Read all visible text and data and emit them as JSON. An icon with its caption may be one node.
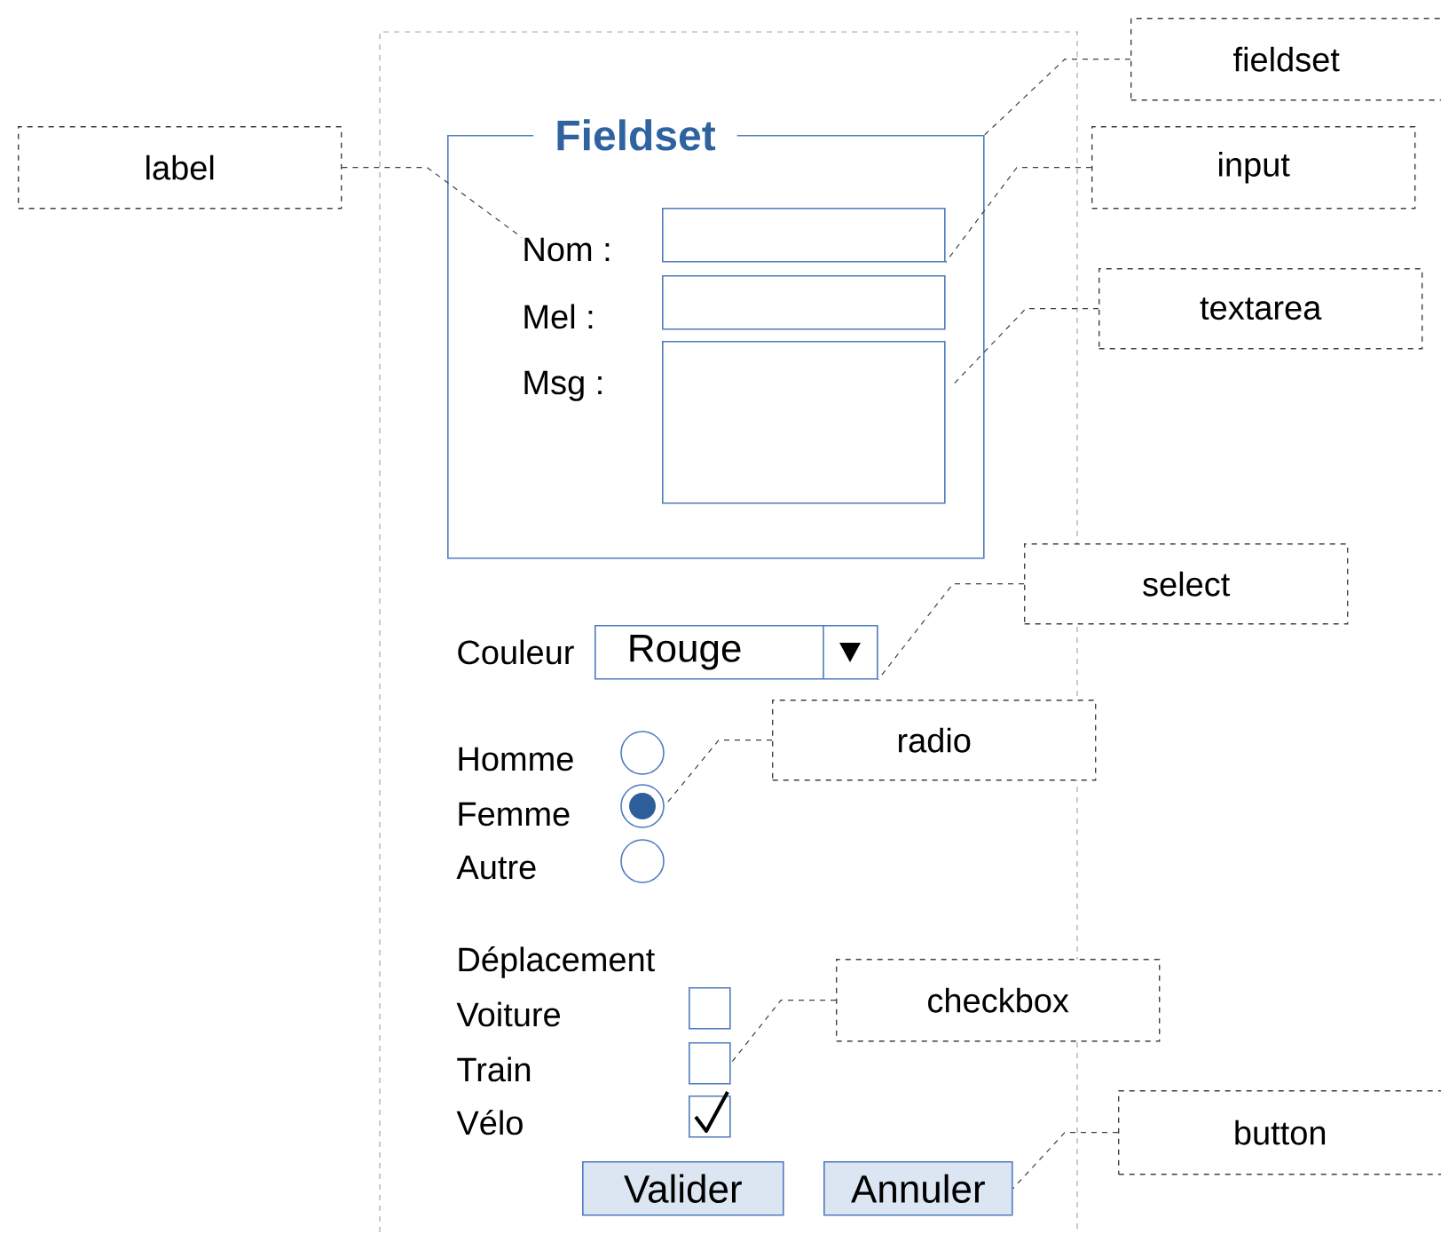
{
  "diagram": {
    "nodes": [
      {
        "text": [
          "Fieldset"
        ]
      },
      {
        "text": [
          "Nom :"
        ],
        "in": 0
      },
      {
        "text": [],
        "shape": "box",
        "in": 0
      },
      {
        "text": [],
        "shape": "box",
        "in": 0
      },
      {
        "text": [],
        "shape": "box",
        "in": 0
      },
      {
        "text": [
          "Rouge"
        ]
      },
      {
        "text": [],
        "shape": "circle"
      },
      {
        "text": [],
        "shape": "circle"
      },
      {
        "text": [],
        "shape": "circle"
      },
      {
        "text": [],
        "shape": "box"
      },
      {
        "text": [],
        "shape": "box"
      },
      {
        "text": [],
        "shape": "box"
      },
      {
        "text": [
          "Valider"
        ]
      },
      {
        "text": [
          "Annuler"
        ]
      },
      {
        "text": [
          "label"
        ]
      },
      {
        "text": [
          "fieldset"
        ]
      },
      {
        "text": [
          "input"
        ]
      },
      {
        "text": [
          "textarea"
        ]
      },
      {
        "text": [
          "select"
        ]
      },
      {
        "text": [
          "radio"
        ]
      },
      {
        "text": [
          "checkbox"
        ]
      },
      {
        "text": [
          "button"
        ]
      }
    ],
    "edges": [
      {
        "from": 14,
        "to": 1,
        "arrow": "none",
        "style": "dashed"
      },
      {
        "from": 15,
        "to": 0,
        "arrow": "none",
        "style": "dashed"
      },
      {
        "from": 16,
        "to": 2,
        "arrow": "none",
        "style": "dashed"
      },
      {
        "from": 17,
        "to": 4,
        "arrow": "none",
        "style": "dashed"
      },
      {
        "from": 18,
        "to": 5,
        "arrow": "none",
        "style": "dashed"
      },
      {
        "from": 19,
        "to": 7,
        "arrow": "none",
        "style": "dashed"
      },
      {
        "from": 20,
        "to": 10,
        "arrow": "none",
        "style": "dashed"
      },
      {
        "from": 21,
        "to": 13,
        "arrow": "none",
        "style": "dashed"
      }
    ],
    "labels": [
      "Mel :",
      "Msg :",
      "Couleur",
      "Homme",
      "Femme",
      "Autre",
      "Déplacement",
      "Voiture",
      "Train",
      "Vélo"
    ]
  }
}
